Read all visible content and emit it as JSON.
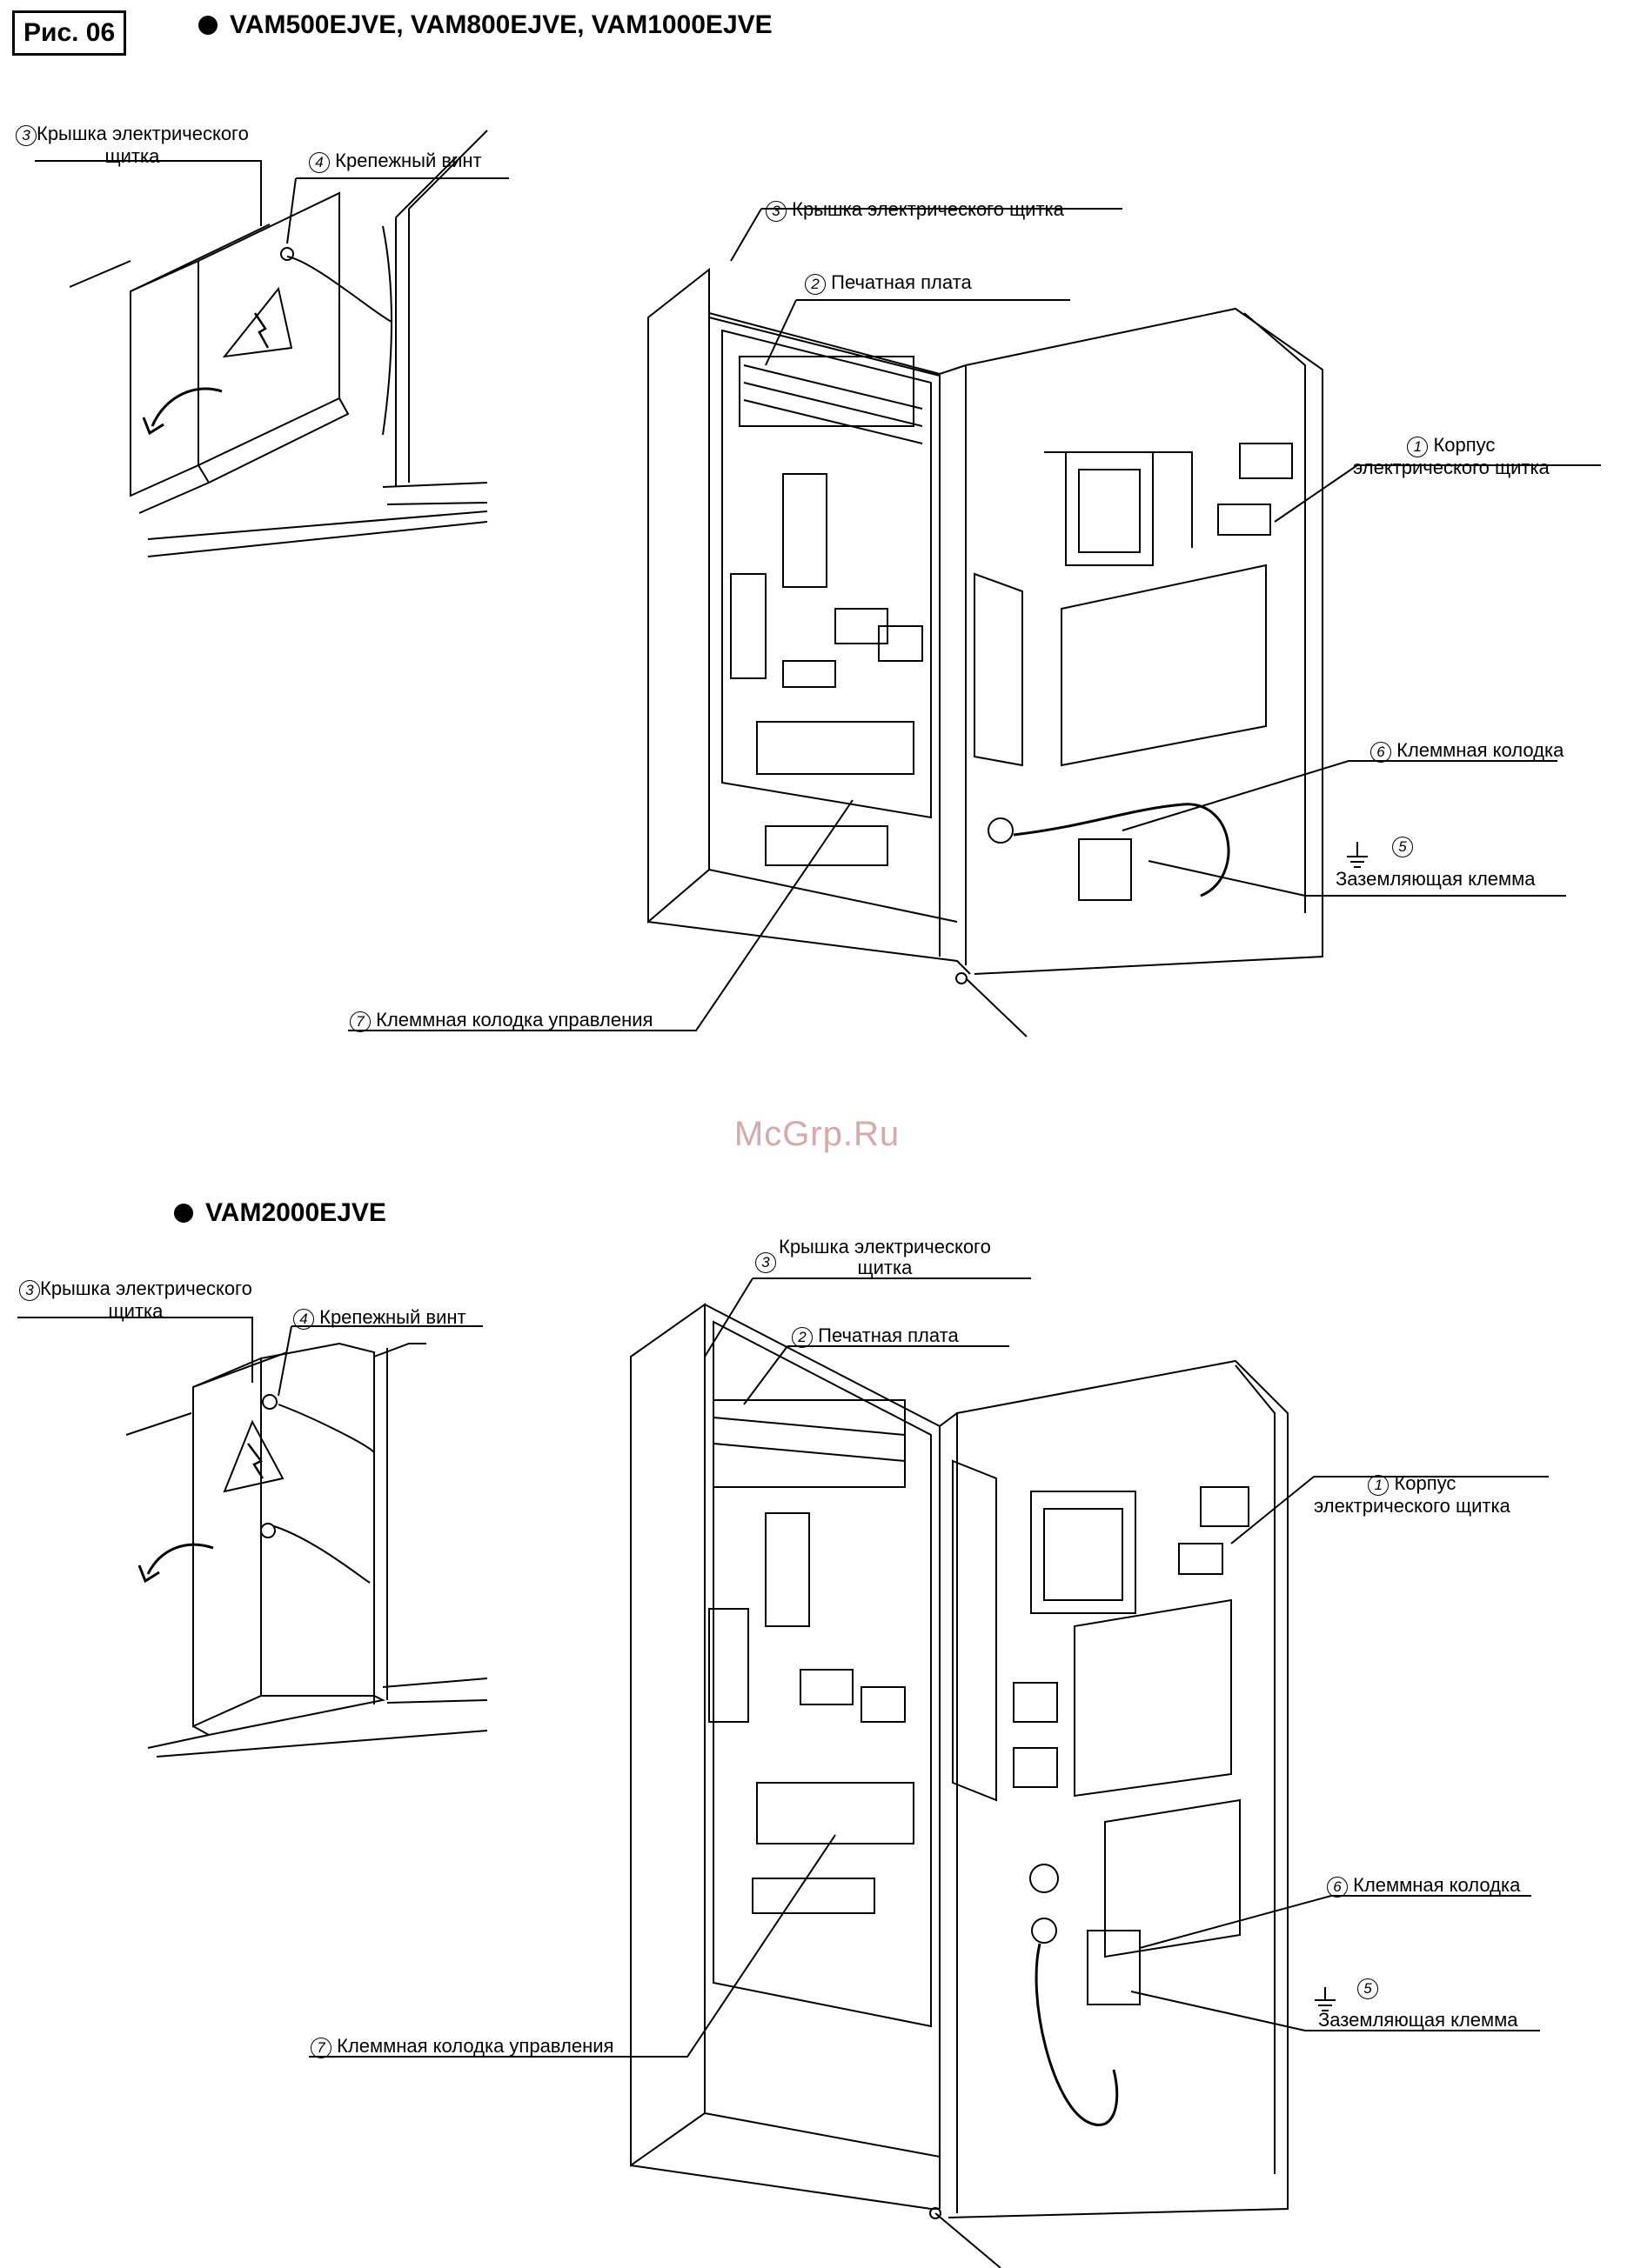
{
  "figure_label": "Рис. 06",
  "section1": {
    "models": "VAM500EJVE,  VAM800EJVE,  VAM1000EJVE",
    "left_cover_num": "3",
    "left_cover_label_line1": "Крышка электрического",
    "left_cover_label_line2": "щитка",
    "screw_num": "4",
    "screw_label": "Крепежный винт",
    "cover_num": "3",
    "cover_label": "Крышка электрического щитка",
    "pcb_num": "2",
    "pcb_label": "Печатная плата",
    "body_num": "1",
    "body_label_line1": "Корпус",
    "body_label_line2": "электрического щитка",
    "terminal_num": "6",
    "terminal_label": "Клеммная колодка",
    "ground_num": "5",
    "ground_label": "Заземляющая клемма",
    "control_num": "7",
    "control_label": "Клеммная колодка управления"
  },
  "section2": {
    "models": "VAM2000EJVE",
    "left_cover_num": "3",
    "left_cover_label_line1": "Крышка электрического",
    "left_cover_label_line2": "щитка",
    "screw_num": "4",
    "screw_label": "Крепежный винт",
    "cover_num": "3",
    "cover_label_line1": "Крышка электрического",
    "cover_label_line2": "щитка",
    "pcb_num": "2",
    "pcb_label": "Печатная плата",
    "body_num": "1",
    "body_label_line1": "Корпус",
    "body_label_line2": "электрического щитка",
    "terminal_num": "6",
    "terminal_label": "Клеммная колодка",
    "ground_num": "5",
    "ground_label": "Заземляющая клемма",
    "control_num": "7",
    "control_label": "Клеммная колодка управления"
  },
  "watermark": "McGrp.Ru",
  "icons": [
    "warning-lightning-icon",
    "ground-symbol-icon",
    "rotate-arrow-icon"
  ]
}
